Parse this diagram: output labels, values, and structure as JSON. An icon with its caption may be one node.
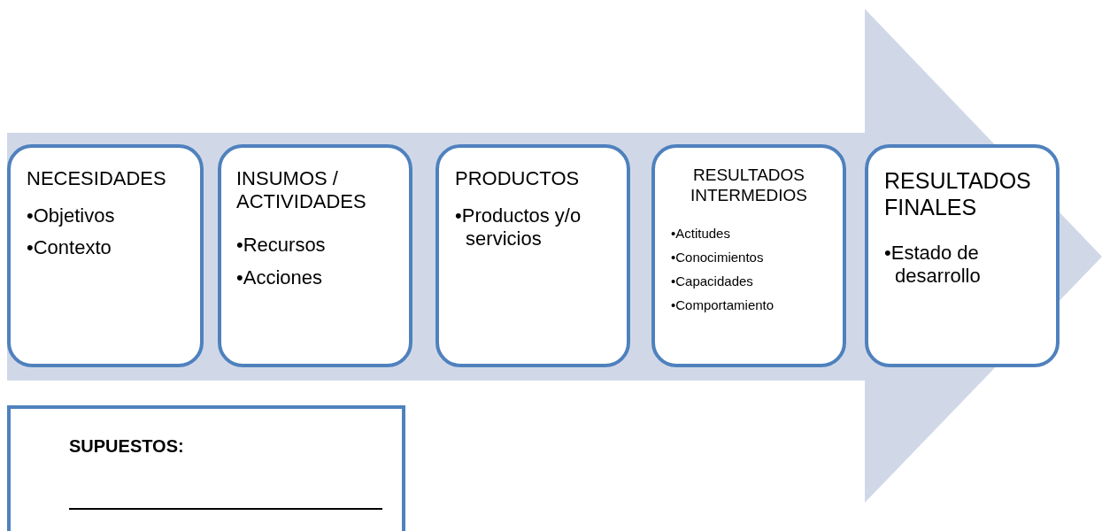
{
  "diagram": {
    "nodes": [
      {
        "text": [
          "NECESIDADES",
          "•Objetivos",
          "•Contexto"
        ]
      },
      {
        "text": [
          "INSUMOS / ACTIVIDADES",
          "•Recursos",
          "•Acciones"
        ]
      },
      {
        "text": [
          "PRODUCTOS",
          "•Productos y/o servicios"
        ]
      },
      {
        "text": [
          "RESULTADOS INTERMEDIOS",
          "•Actitudes",
          "•Conocimientos",
          "•Capacidades",
          "•Comportamiento"
        ]
      },
      {
        "text": [
          "RESULTADOS FINALES",
          "•Estado de desarrollo"
        ]
      },
      {
        "text": [
          "SUPUESTOS:"
        ]
      }
    ],
    "edges": []
  }
}
